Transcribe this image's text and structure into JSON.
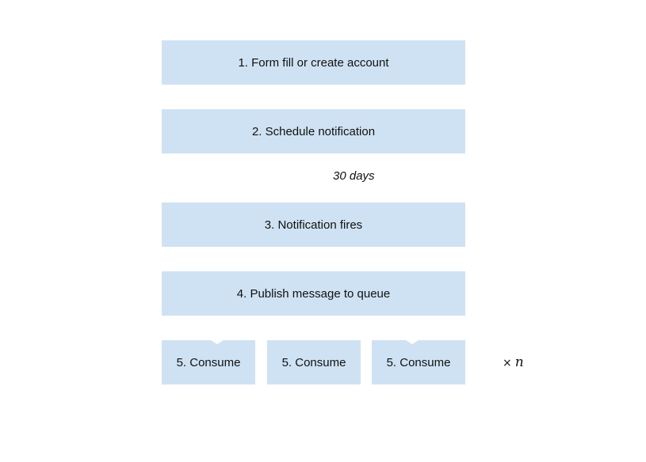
{
  "steps": {
    "s1": "1. Form fill or create account",
    "s2": "2. Schedule notification",
    "s3": "3. Notification fires",
    "s4": "4. Publish message to queue"
  },
  "delay_label": "30 days",
  "consumers": [
    "5. Consume",
    "5. Consume",
    "5. Consume"
  ],
  "multiplier": {
    "times": "×",
    "n": "n"
  },
  "colors": {
    "box_fill": "#cfe2f3",
    "text": "#111111",
    "background": "#ffffff"
  }
}
